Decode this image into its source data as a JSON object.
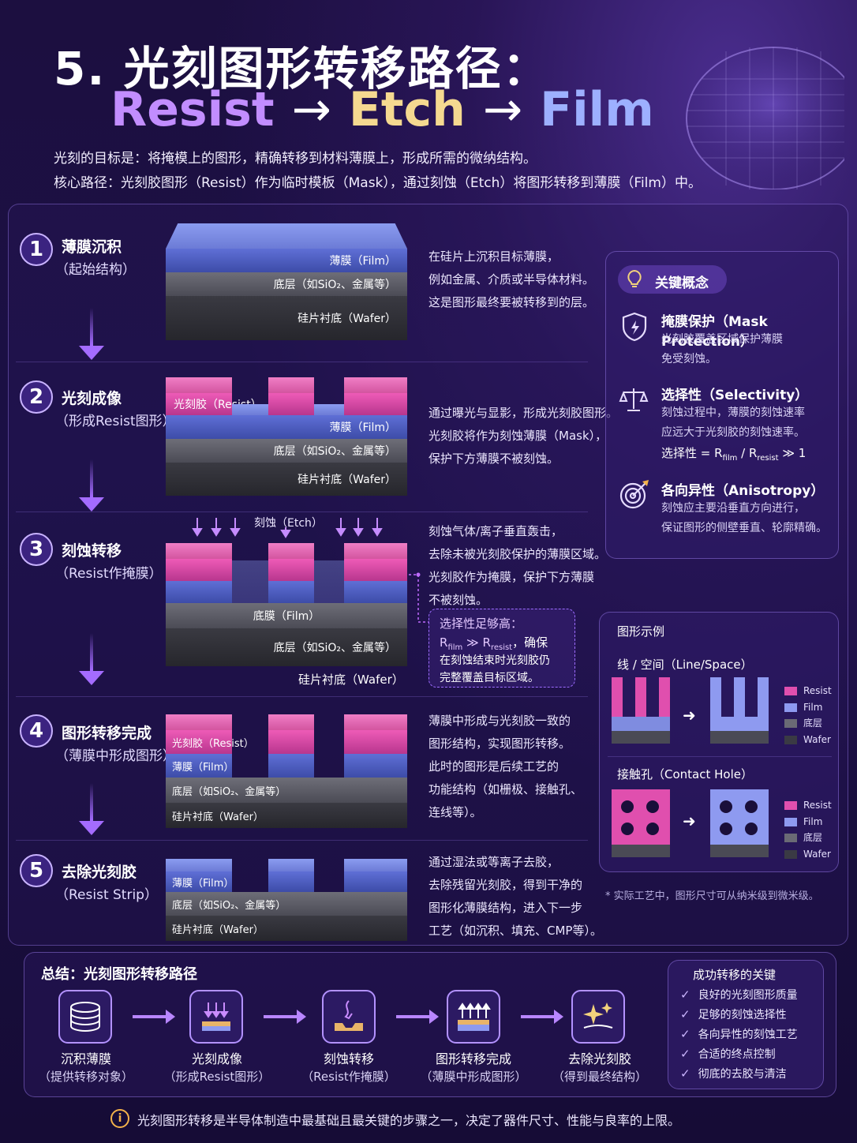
{
  "header": {
    "title_line1": "5. 光刻图形转移路径：",
    "resist": "Resist",
    "arrow": "→",
    "etch": "Etch",
    "film": "Film",
    "intro1": "光刻的目标是：将掩模上的图形，精确转移到材料薄膜上，形成所需的微纳结构。",
    "intro2": "核心路径：光刻胶图形（Resist）作为临时模板（Mask），通过刻蚀（Etch）将图形转移到薄膜（Film）中。"
  },
  "steps": [
    {
      "num": "1",
      "title": "薄膜沉积",
      "sub": "（起始结构）",
      "layers": {
        "film": "薄膜（Film）",
        "under": "底层（如SiO₂、金属等）",
        "wafer": "硅片衬底（Wafer）"
      },
      "desc": [
        "在硅片上沉积目标薄膜，",
        "例如金属、介质或半导体材料。",
        "这是图形最终要被转移到的层。"
      ]
    },
    {
      "num": "2",
      "title": "光刻成像",
      "sub": "（形成Resist图形）",
      "layers": {
        "resist": "光刻胶（Resist）",
        "film": "薄膜（Film）",
        "under": "底层（如SiO₂、金属等）",
        "wafer": "硅片衬底（Wafer）"
      },
      "desc": [
        "通过曝光与显影，形成光刻胶图形。",
        "光刻胶将作为刻蚀薄膜（Mask），",
        "保护下方薄膜不被刻蚀。"
      ]
    },
    {
      "num": "3",
      "title": "刻蚀转移",
      "sub": "（Resist作掩膜）",
      "etch_label": "刻蚀（Etch）",
      "layers": {
        "film": "底膜（Film）",
        "under": "底层（如SiO₂、金属等）",
        "wafer": "硅片衬底（Wafer）"
      },
      "desc": [
        "刻蚀气体/离子垂直轰击，",
        "去除未被光刻胶保护的薄膜区域。",
        "光刻胶作为掩膜，保护下方薄膜",
        "不被刻蚀。"
      ],
      "note": {
        "title": "选择性足够高：",
        "line1_a": "R",
        "line1_sub1": "film",
        "line1_b": " ≫ R",
        "line1_sub2": "resist",
        "line1_c": "，确保",
        "line2": "在刻蚀结束时光刻胶仍",
        "line3": "完整覆盖目标区域。"
      }
    },
    {
      "num": "4",
      "title": "图形转移完成",
      "sub": "（薄膜中形成图形）",
      "layers": {
        "resist": "光刻胶（Resist）",
        "film": "薄膜（Film）",
        "under": "底层（如SiO₂、金属等）",
        "wafer": "硅片衬底（Wafer）"
      },
      "desc": [
        "薄膜中形成与光刻胶一致的",
        "图形结构，实现图形转移。",
        "此时的图形是后续工艺的",
        "功能结构（如栅极、接触孔、",
        "连线等）。"
      ]
    },
    {
      "num": "5",
      "title": "去除光刻胶",
      "sub": "（Resist Strip）",
      "layers": {
        "film": "薄膜（Film）",
        "under": "底层（如SiO₂、金属等）",
        "wafer": "硅片衬底（Wafer）"
      },
      "desc": [
        "通过湿法或等离子去胶，",
        "去除残留光刻胶，得到干净的",
        "图形化薄膜结构，进入下一步",
        "工艺（如沉积、填充、CMP等）。"
      ]
    }
  ],
  "key_concepts": {
    "title": "关键概念",
    "items": [
      {
        "title": "掩膜保护（Mask Protection）",
        "lines": [
          "光刻胶覆盖区域保护薄膜",
          "免受刻蚀。"
        ]
      },
      {
        "title": "选择性（Selectivity）",
        "lines": [
          "刻蚀过程中，薄膜的刻蚀速率",
          "应远大于光刻胶的刻蚀速率。"
        ],
        "formula_a": "选择性 = R",
        "formula_sub1": "film",
        "formula_b": " / R",
        "formula_sub2": "resist",
        "formula_c": " ≫ 1"
      },
      {
        "title": "各向异性（Anisotropy）",
        "lines": [
          "刻蚀应主要沿垂直方向进行，",
          "保证图形的侧壁垂直、轮廓精确。"
        ]
      }
    ]
  },
  "examples": {
    "title": "图形示例",
    "line_space": "线 / 空间（Line/Space）",
    "contact_hole": "接触孔（Contact Hole）",
    "legend": [
      "Resist",
      "Film",
      "底层",
      "Wafer"
    ],
    "footnote": "* 实际工艺中，图形尺寸可从纳米级到微米级。"
  },
  "summary": {
    "title": "总结：光刻图形转移路径",
    "items": [
      {
        "label": "沉积薄膜",
        "sub": "（提供转移对象）"
      },
      {
        "label": "光刻成像",
        "sub": "（形成Resist图形）"
      },
      {
        "label": "刻蚀转移",
        "sub": "（Resist作掩膜）"
      },
      {
        "label": "图形转移完成",
        "sub": "（薄膜中形成图形）"
      },
      {
        "label": "去除光刻胶",
        "sub": "（得到最终结构）"
      }
    ],
    "keys_title": "成功转移的关键",
    "keys": [
      "良好的光刻图形质量",
      "足够的刻蚀选择性",
      "各向异性的刻蚀工艺",
      "合适的终点控制",
      "彻底的去胶与清洁"
    ]
  },
  "footer": "光刻图形转移是半导体制造中最基础且最关键的步骤之一，决定了器件尺寸、性能与良率的上限。",
  "colors": {
    "resist": "#e04fae",
    "film": "#5566cc",
    "under": "#60606a",
    "wafer": "#2e2e35",
    "accent": "#a46cff"
  }
}
